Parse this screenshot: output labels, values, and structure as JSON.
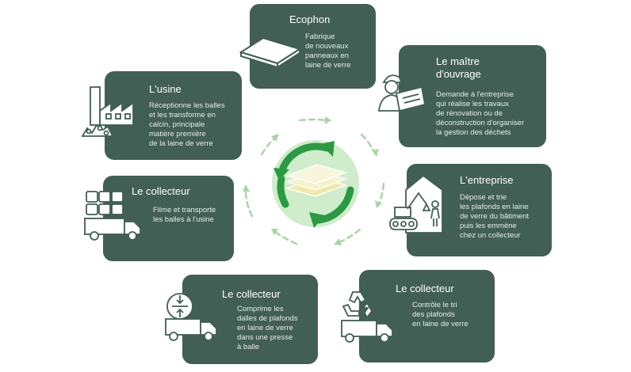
{
  "steps": [
    {
      "title": "Ecophon",
      "lines": [
        "Fabrique",
        "de nouveaux",
        "panneaux en",
        "laine de verre"
      ],
      "icon": "ceiling-panel-icon"
    },
    {
      "title_lines": [
        "Le maître",
        "d'ouvrage"
      ],
      "lines": [
        "Demande à l'entreprise",
        "qui réalise les travaux",
        "de rénovation ou de",
        "déconstruction d'organiser",
        "la gestion des déchets"
      ],
      "icon": "worker-blueprint-icon"
    },
    {
      "title": "L'entreprise",
      "lines": [
        "Dépose et trie",
        "les plafonds en laine",
        "de verre du bâtiment",
        "puis les emmène",
        "chez un collecteur"
      ],
      "icon": "excavator-building-icon"
    },
    {
      "title": "Le collecteur",
      "lines": [
        "Contrôle le tri",
        "des plafonds",
        "en laine de verre"
      ],
      "icon": "recycling-truck-icon"
    },
    {
      "title": "Le collecteur",
      "lines": [
        "Comprime les",
        "dalles de plafonds",
        "en laine de verre",
        "dans une presse",
        "à balle"
      ],
      "icon": "press-truck-icon"
    },
    {
      "title": "Le collecteur",
      "lines": [
        "Filme et transporte",
        "les balles à l'usine"
      ],
      "icon": "bales-truck-icon"
    },
    {
      "title": "L'usine",
      "lines": [
        "Réceptionne les balles",
        "et les transforme en",
        "calcin, principale",
        "matière première",
        "de la laine de verre"
      ],
      "icon": "factory-icon"
    }
  ],
  "colors": {
    "card": "#415f55",
    "arrow": "#a9d6a6",
    "center_circle": "#cfeccb",
    "cycle_arrow": "#2a9a43",
    "panel": "#f3f2c9"
  }
}
